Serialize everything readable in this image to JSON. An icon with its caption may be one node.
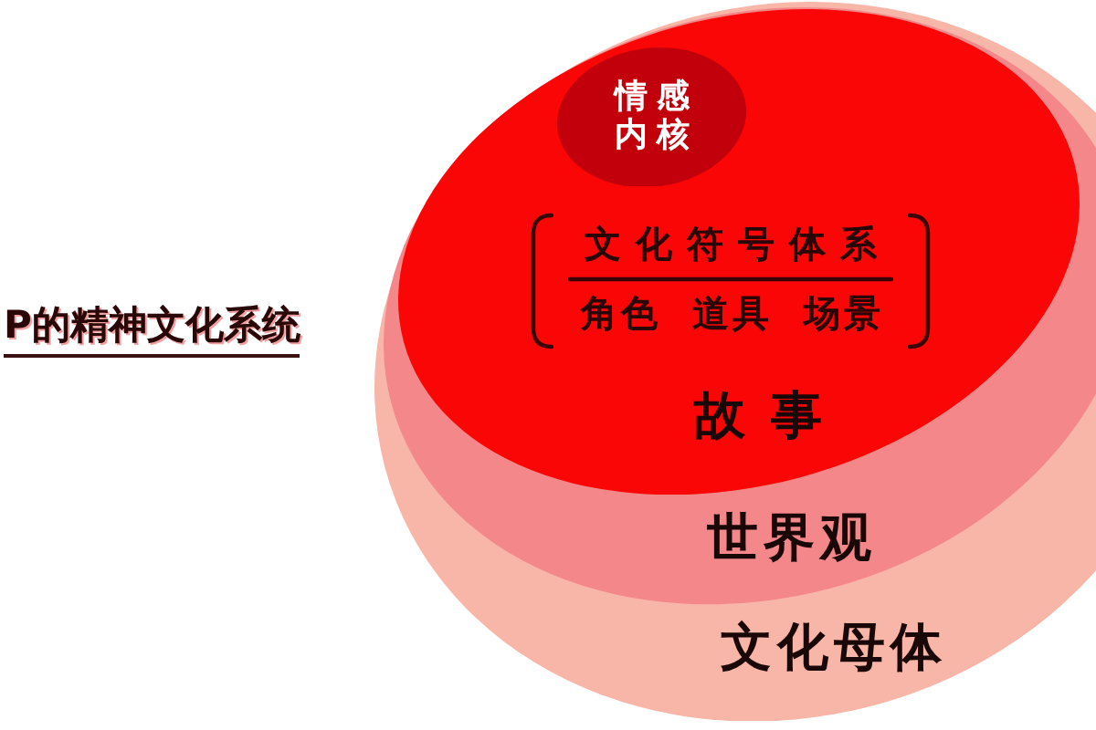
{
  "diagram": {
    "title": "P的精神文化系统",
    "nodes": [
      {
        "text": [
          "文化母体"
        ]
      },
      {
        "text": [
          "世界观"
        ],
        "in": 0
      },
      {
        "text": [
          "故事"
        ],
        "in": 1
      },
      {
        "text": [
          "情感内核"
        ],
        "in": 2
      },
      {
        "text": [
          "文化符号体系",
          "角色 道具 场景"
        ],
        "in": 2
      }
    ]
  }
}
